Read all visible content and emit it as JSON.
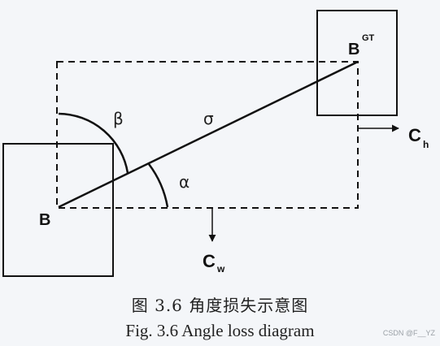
{
  "diagram": {
    "labels": {
      "box_b": "B",
      "box_bgt": "B",
      "box_bgt_sup": "GT",
      "ch": "C",
      "ch_sub": "h",
      "cw": "C",
      "cw_sub": "w",
      "alpha": "α",
      "beta": "β",
      "sigma": "σ"
    },
    "colors": {
      "line": "#111111",
      "background": "#f4f6f9"
    }
  },
  "caption": {
    "chinese": "图 3.6    角度损失示意图",
    "english": "Fig. 3.6    Angle loss diagram"
  },
  "watermark": "CSDN @F__YZ"
}
